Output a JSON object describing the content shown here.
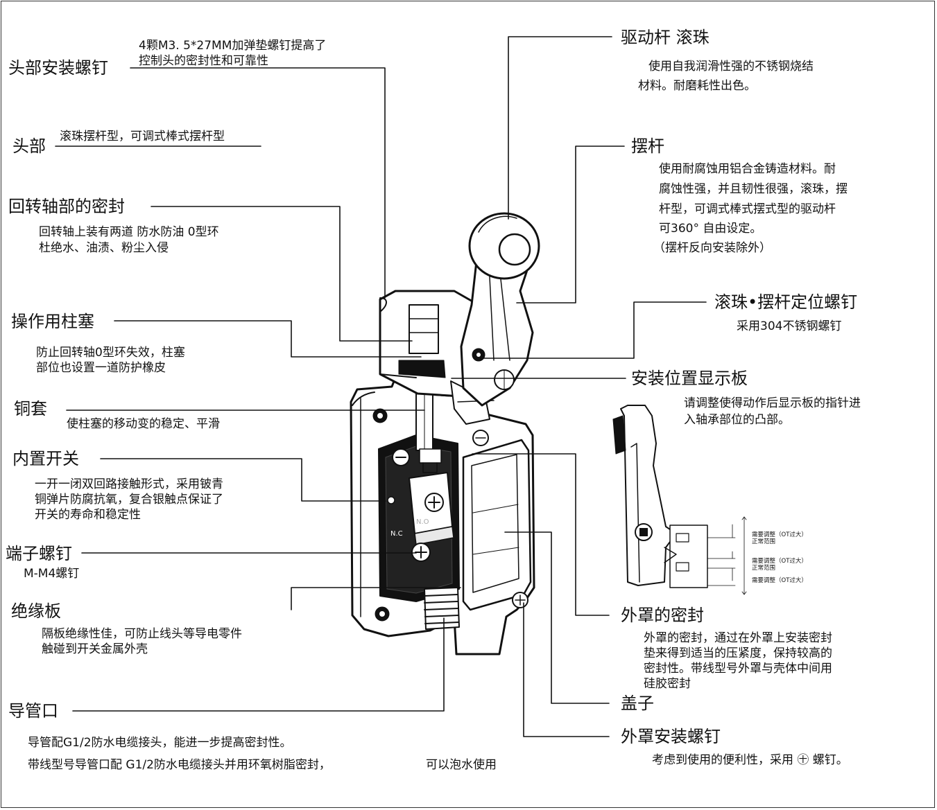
{
  "labels": {
    "head_screw_title": "头部安装螺钉",
    "head_screw_note_1": "4颗M3. 5*27MM加弹垫螺钉提高了",
    "head_screw_note_2": "控制头的密封性和可靠性",
    "head_title": "头部",
    "head_note": "滚珠摆杆型，可调式棒式摆杆型",
    "shaft_seal_title": "回转轴部的密封",
    "shaft_seal_1": "回转轴上装有两道  防水防油 0型环",
    "shaft_seal_2": "杜绝水、油渍、粉尘入侵",
    "plunger_title": "操作用柱塞",
    "plunger_1": "防止回转轴0型环失效，柱塞",
    "plunger_2": "部位也设置一道防护橡皮",
    "bushing_title": "铜套",
    "bushing_note": "使柱塞的移动变的稳定、平滑",
    "switch_title": "内置开关",
    "switch_1": "一开一闭双回路接触形式，采用铍青",
    "switch_2": "铜弹片防腐抗氧，复合银触点保证了",
    "switch_3": "开关的寿命和稳定性",
    "terminal_title": "端子螺钉",
    "terminal_note": "M-M4螺钉",
    "insulator_title": "绝缘板",
    "insulator_1": "隔板绝缘性佳，可防止线头等导电零件",
    "insulator_2": "触碰到开关金属外壳",
    "conduit_title": "导管口",
    "conduit_1": "导管配G1/2防水电缆接头，能进一步提高密封性。",
    "conduit_2": "带线型号导管口配  G1/2防水电缆接头并用环氧树脂密封，",
    "conduit_3": "可以泡水使用",
    "actuator_title": "驱动杆 滚珠",
    "actuator_1": "使用自我润滑性强的不锈钢烧结",
    "actuator_2": "材料。耐磨耗性出色。",
    "lever_title": "摆杆",
    "lever_1": "使用耐腐蚀用铝合金铸造材料。耐",
    "lever_2": "腐蚀性强，并且韧性很强，滚珠，摆",
    "lever_3": "杆型，可调式棒式摆式型的驱动杆",
    "lever_4": "可360°  自由设定。",
    "lever_5": "（摆杆反向安装除外）",
    "setscrew_title": "滚珠•摆杆定位螺钉",
    "setscrew_note": "采用304不锈钢螺钉",
    "indicator_title": "安装位置显示板",
    "indicator_1": "请调整使得动作后显示板的指针进",
    "indicator_2": "入轴承部位的凸部。",
    "indicator_adjust_1": "需要调整（OT过大）",
    "indicator_normal_1": "正常范围",
    "indicator_adjust_2": "需要调整（OT过大）",
    "indicator_normal_2": "正常范围",
    "indicator_adjust_3": "需要调整（OT过大）",
    "cover_seal_title": "外罩的密封",
    "cover_seal_1": "外罩的密封，通过在外罩上安装密封",
    "cover_seal_2": "垫来得到适当的压紧度，保持较高的",
    "cover_seal_3": "密封性。带线型号外罩与壳体中间用",
    "cover_seal_4": "硅胶密封",
    "lid_title": "盖子",
    "cover_screw_title": "外罩安装螺钉",
    "cover_screw_note": "考虑到使用的便利性，采用 ㊉ 螺钉。"
  },
  "switch_marks": {
    "nc": "N.C",
    "no": "N.O"
  }
}
